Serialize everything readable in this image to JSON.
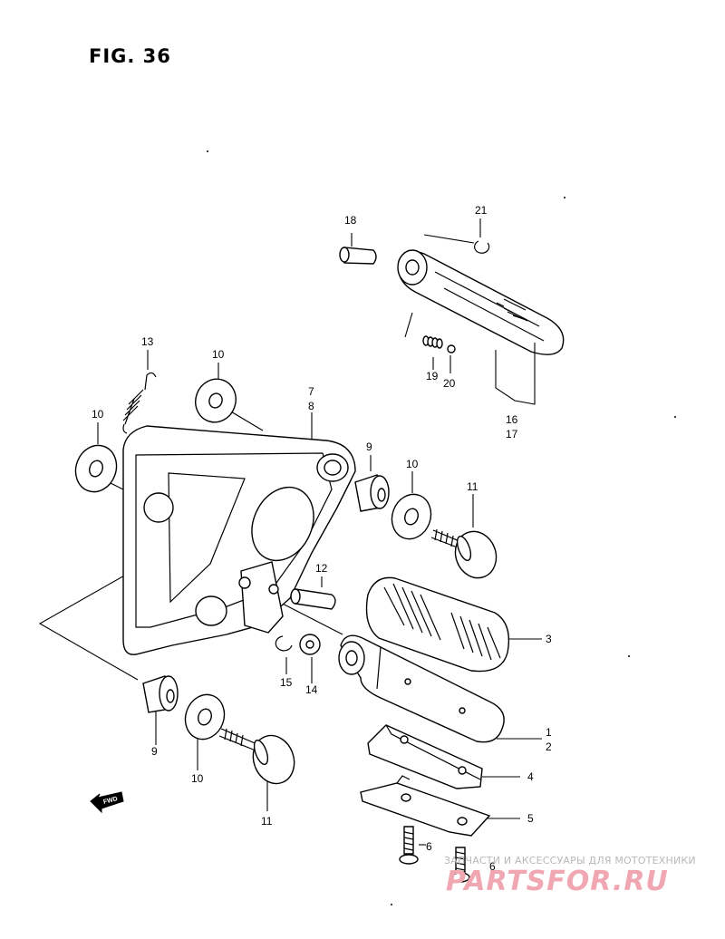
{
  "figure": {
    "title": "FIG. 36"
  },
  "callouts": [
    {
      "id": "c-21",
      "text": "21"
    },
    {
      "id": "c-18",
      "text": "18"
    },
    {
      "id": "c-13",
      "text": "13"
    },
    {
      "id": "c-10a",
      "text": "10"
    },
    {
      "id": "c-7",
      "text": "7"
    },
    {
      "id": "c-8",
      "text": "8"
    },
    {
      "id": "c-10b",
      "text": "10"
    },
    {
      "id": "c-19",
      "text": "19"
    },
    {
      "id": "c-20",
      "text": "20"
    },
    {
      "id": "c-16",
      "text": "16"
    },
    {
      "id": "c-17",
      "text": "17"
    },
    {
      "id": "c-9a",
      "text": "9"
    },
    {
      "id": "c-10c",
      "text": "10"
    },
    {
      "id": "c-11a",
      "text": "11"
    },
    {
      "id": "c-12",
      "text": "12"
    },
    {
      "id": "c-3",
      "text": "3"
    },
    {
      "id": "c-15",
      "text": "15"
    },
    {
      "id": "c-14",
      "text": "14"
    },
    {
      "id": "c-1",
      "text": "1"
    },
    {
      "id": "c-2",
      "text": "2"
    },
    {
      "id": "c-9b",
      "text": "9"
    },
    {
      "id": "c-4",
      "text": "4"
    },
    {
      "id": "c-10d",
      "text": "10"
    },
    {
      "id": "c-5",
      "text": "5"
    },
    {
      "id": "c-11b",
      "text": "11"
    },
    {
      "id": "c-6a",
      "text": "6"
    },
    {
      "id": "c-6b",
      "text": "6"
    }
  ],
  "fwd_label": "FWD",
  "watermark": {
    "caption": "ЗАПЧАСТИ И АКСЕССУАРЫ ДЛЯ МОТОТЕХНИКИ",
    "logo": "PARTSFOR.RU"
  }
}
